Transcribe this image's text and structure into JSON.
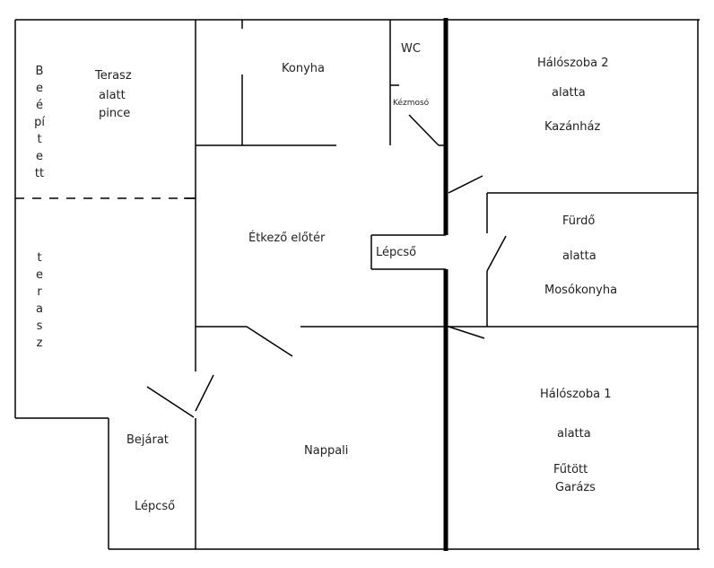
{
  "plan": {
    "wall_color": "#000000",
    "background": "#ffffff",
    "rooms": {
      "terasz_pince": [
        "Terasz",
        "alatt",
        "pince"
      ],
      "beepitett_terasz_top": "Beépített",
      "beepitett_terasz_bottom": "terasz",
      "konyha": "Konyha",
      "wc": "WC",
      "kezmoso": "Kézmosó",
      "haloszoba2": [
        "Hálószoba 2",
        "alatta",
        "Kazánház"
      ],
      "etkezo": "Étkező előtér",
      "lepcso_inner": "Lépcső",
      "furdo": [
        "Fürdő",
        "alatta",
        "Mosókonyha"
      ],
      "bejarat": "Bejárat",
      "lepcso_entry": "Lépcső",
      "nappali": "Nappali",
      "haloszoba1": [
        "Hálószoba 1",
        "alatta",
        "Fűtött",
        "Garázs"
      ]
    }
  }
}
